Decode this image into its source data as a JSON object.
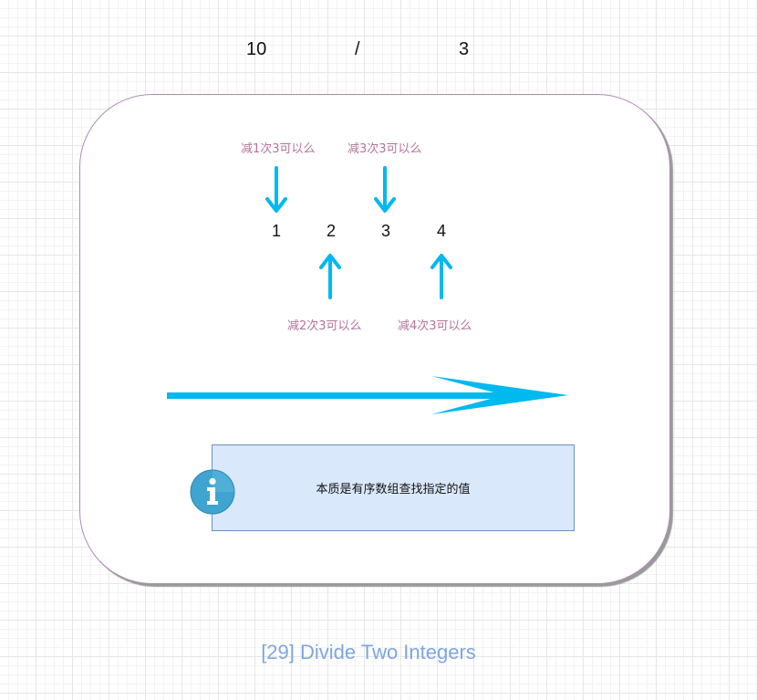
{
  "header": {
    "dividend": "10",
    "operator": "/",
    "divisor": "3"
  },
  "steps": [
    {
      "number": "1",
      "label": "减1次3可以么",
      "arrow": "down"
    },
    {
      "number": "2",
      "label": "减2次3可以么",
      "arrow": "up"
    },
    {
      "number": "3",
      "label": "减3次3可以么",
      "arrow": "down"
    },
    {
      "number": "4",
      "label": "减4次3可以么",
      "arrow": "up"
    }
  ],
  "note": {
    "text": "本质是有序数组查找指定的值",
    "icon": "info-icon"
  },
  "footer": {
    "title": "[29] Divide Two Integers"
  },
  "colors": {
    "arrow": "#00b9ef",
    "label": "#b5739d",
    "card_border": "#b08ab6",
    "note_fill": "#dae8fc",
    "note_border": "#6c8ebf",
    "footer_title": "#7ea6e0",
    "info_icon": "#3fa4cf"
  }
}
